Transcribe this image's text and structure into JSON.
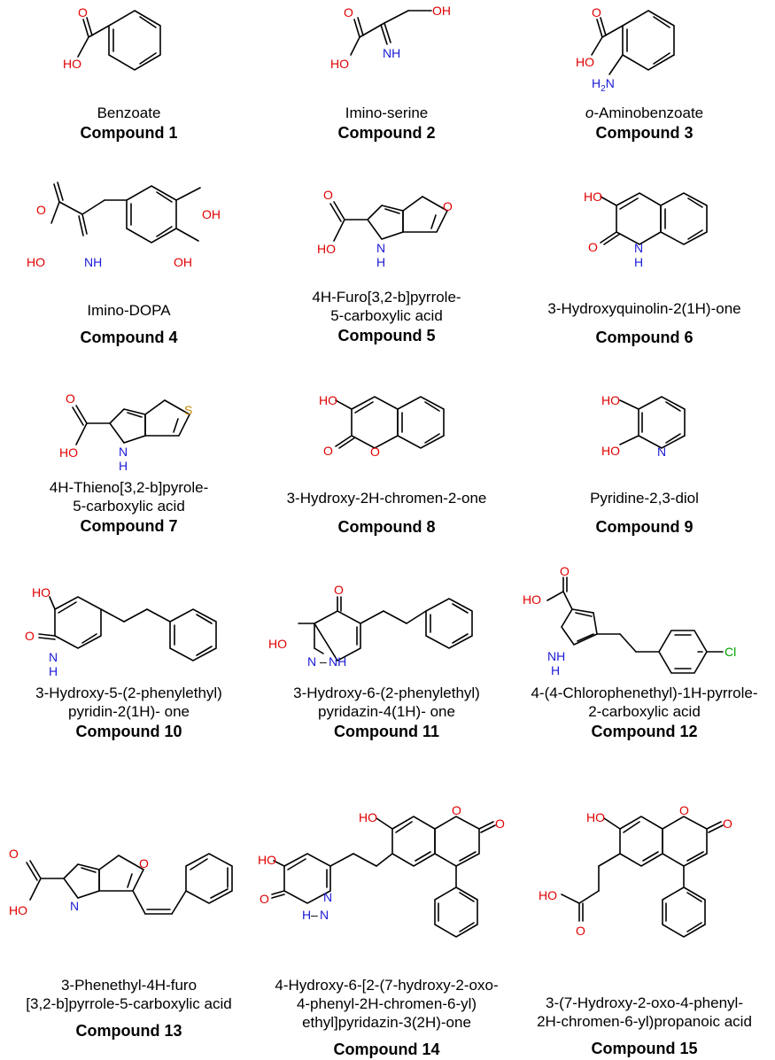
{
  "compounds": [
    {
      "label": "Compound 1",
      "name": "Benzoate"
    },
    {
      "label": "Compound 2",
      "name": "Imino-serine"
    },
    {
      "label": "Compound 3",
      "name_prefix": "o",
      "name_rest": "-Aminobenzoate"
    },
    {
      "label": "Compound 4",
      "name": "Imino-DOPA"
    },
    {
      "label": "Compound 5",
      "name": "4H-Furo[3,2-b]pyrrole-\n5-carboxylic acid"
    },
    {
      "label": "Compound 6",
      "name": "3-Hydroxyquinolin-2(1H)-one"
    },
    {
      "label": "Compound 7",
      "name": "4H-Thieno[3,2-b]pyrole-\n5-carboxylic acid"
    },
    {
      "label": "Compound 8",
      "name": "3-Hydroxy-2H-chromen-2-one"
    },
    {
      "label": "Compound 9",
      "name": "Pyridine-2,3-diol"
    },
    {
      "label": "Compound 10",
      "name": "3-Hydroxy-5-(2-phenylethyl)\npyridin-2(1H)- one"
    },
    {
      "label": "Compound 11",
      "name": "3-Hydroxy-6-(2-phenylethyl)\npyridazin-4(1H)- one"
    },
    {
      "label": "Compound 12",
      "name": "4-(4-Chlorophenethyl)-1H-pyrrole-\n2-carboxylic acid"
    },
    {
      "label": "Compound 13",
      "name": "3-Phenethyl-4H-furo\n[3,2-b]pyrrole-5-carboxylic acid"
    },
    {
      "label": "Compound 14",
      "name": "4-Hydroxy-6-[2-(7-hydroxy-2-oxo-\n4-phenyl-2H-chromen-6-yl)\nethyl]pyridazin-3(2H)-one"
    },
    {
      "label": "Compound 15",
      "name": "3-(7-Hydroxy-2-oxo-4-phenyl-\n2H-chromen-6-yl)propanoic acid"
    }
  ],
  "atoms": {
    "O": "O",
    "OH": "OH",
    "HO": "HO",
    "NH": "NH",
    "N": "N",
    "H": "H",
    "H2N_H": "H",
    "H2N_2": "2",
    "H2N_N": "N",
    "S": "S",
    "Cl": "Cl",
    "NH_dash": "N",
    "NH2dash": "H"
  },
  "colors": {
    "oxygen": "#e00000",
    "nitrogen": "#1a1ad6",
    "sulfur": "#c08a00",
    "chlorine": "#00a000"
  }
}
